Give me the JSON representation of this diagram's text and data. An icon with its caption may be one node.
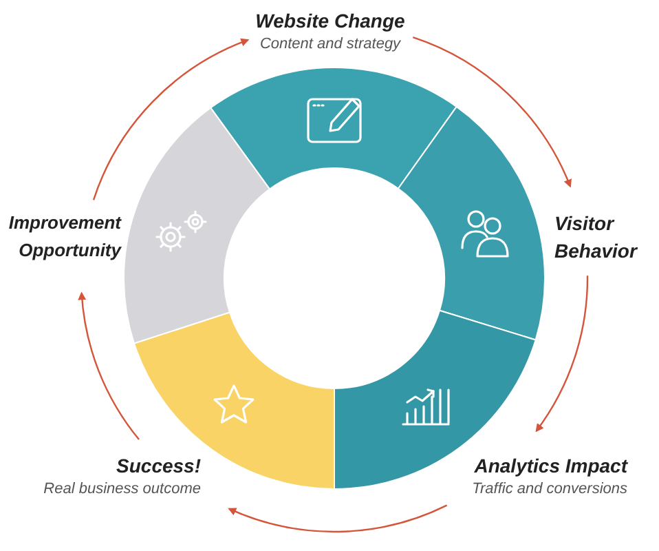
{
  "diagram": {
    "nodes": [
      {
        "text": [
          "Website Change",
          "Content and strategy"
        ]
      },
      {
        "text": [
          "Visitor Behavior"
        ]
      },
      {
        "text": [
          "Analytics Impact",
          "Traffic and conversions"
        ]
      },
      {
        "text": [
          "Success!",
          "Real business outcome"
        ]
      },
      {
        "text": [
          "Improvement Opportunity"
        ]
      }
    ],
    "edges": [
      {
        "from": 0,
        "to": 1,
        "arrow": "to"
      },
      {
        "from": 1,
        "to": 2,
        "arrow": "to"
      },
      {
        "from": 2,
        "to": 3,
        "arrow": "to"
      },
      {
        "from": 3,
        "to": 4,
        "arrow": "to"
      },
      {
        "from": 4,
        "to": 0,
        "arrow": "to"
      }
    ]
  }
}
